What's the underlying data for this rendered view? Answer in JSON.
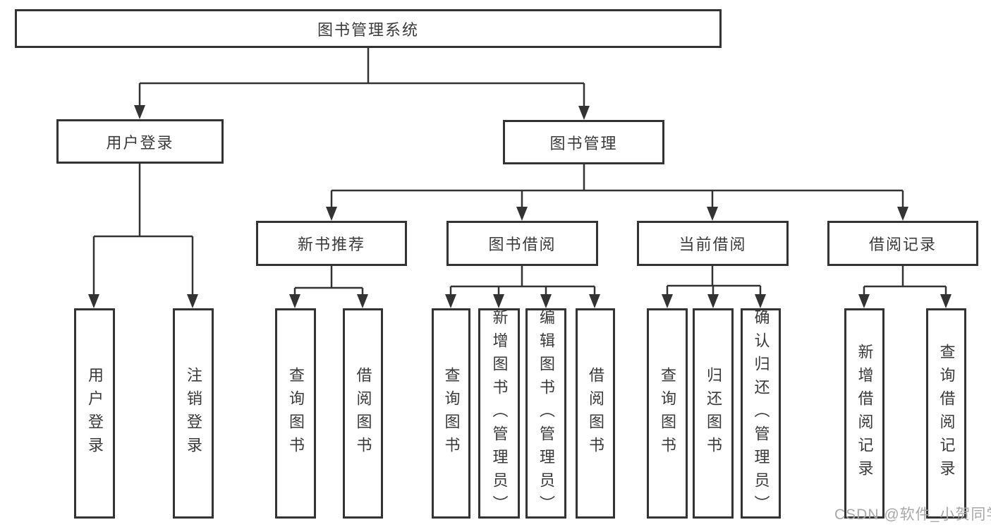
{
  "tree": {
    "root": "图书管理系统",
    "branches": [
      {
        "label": "用户登录",
        "leaves": [
          "用户登录",
          "注销登录"
        ]
      },
      {
        "label": "图书管理",
        "groups": [
          {
            "label": "新书推荐",
            "leaves": [
              "查询图书",
              "借阅图书"
            ]
          },
          {
            "label": "图书借阅",
            "leaves": [
              "查询图书",
              "新增图书（管理员）",
              "编辑图书（管理员）",
              "借阅图书"
            ]
          },
          {
            "label": "当前借阅",
            "leaves": [
              "查询图书",
              "归还图书",
              "确认归还（管理员）"
            ]
          },
          {
            "label": "借阅记录",
            "leaves": [
              "新增借阅记录",
              "查询借阅记录"
            ]
          }
        ]
      }
    ]
  },
  "watermark": "CSDN @软件_小贺同学",
  "colors": {
    "line": "#333333",
    "text": "#3a3a3a",
    "watermark": "#a8a8a8",
    "background": "#ffffff"
  }
}
